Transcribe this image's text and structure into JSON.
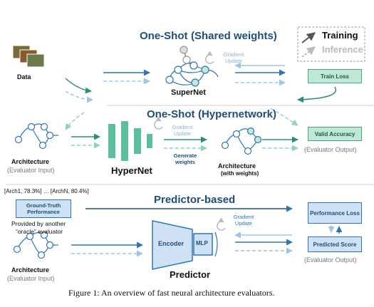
{
  "legend": {
    "training": "Training",
    "inference": "Inference"
  },
  "data_label": "Data",
  "oneshot_shared": {
    "title": "One-Shot",
    "subtitle": "(Shared weights)",
    "supernet": "SuperNet",
    "gradient_update": "Gradient Update"
  },
  "train_loss": "Train Loss",
  "valid_accuracy": "Valid Accuracy",
  "evaluator_output_1": "(Evaluator Output)",
  "oneshot_hyper": {
    "title": "One-Shot",
    "subtitle": "(Hypernetwork)",
    "hypernet": "HyperNet",
    "gradient_update": "Gradient Update",
    "generate_weights": "Generate weights",
    "arch_with_weights_1": "Architecture",
    "arch_with_weights_2": "(with weights)"
  },
  "arch_input_1": {
    "label": "Architecture",
    "sub": "(Evaluator Input)"
  },
  "predictor_section": {
    "title": "Predictor-based",
    "pairs_left": "[Arch",
    "pairs_text": "[Arch1, 78.3%] … [ArchN, 80.4%]",
    "ground_truth": "Ground-Truth Performance",
    "provided_by_1": "Provided by another",
    "provided_by_2": "“oracle” evaluator",
    "gradient_update": "Gradient Update",
    "encoder": "Encoder",
    "mlp": "MLP",
    "predictor": "Predictor",
    "performance_loss": "Performance Loss",
    "predicted_score": "Predicted Score",
    "evaluator_output": "(Evaluator Output)",
    "arch_label": "Architecture",
    "arch_sub": "(Evaluator Input)"
  },
  "caption": "Figure 1: An overview of fast neural architecture evaluators.",
  "colors": {
    "accent": "#2e75b6",
    "dark_blue": "#1f4e79",
    "teal": "#5bbf9c",
    "light_blue": "#9fc5e8"
  }
}
